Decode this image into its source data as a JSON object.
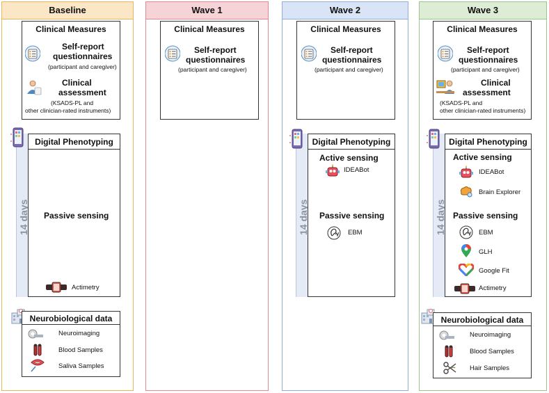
{
  "columns": [
    {
      "title": "Baseline"
    },
    {
      "title": "Wave 1"
    },
    {
      "title": "Wave 2"
    },
    {
      "title": "Wave 3"
    }
  ],
  "colors": {
    "baseline_border": "#e7b75e",
    "baseline_head": "#fbe7c6",
    "wave1_border": "#e08a90",
    "wave1_head": "#f6d3d6",
    "wave2_border": "#8fb0dc",
    "wave2_head": "#d9e5f6",
    "wave3_border": "#9cc58f",
    "wave3_head": "#dcecd5"
  },
  "clinical": {
    "title": "Clinical Measures",
    "self_report_line1": "Self-report",
    "self_report_line2": "questionnaires",
    "self_report_sub": "(participant and caregiver)",
    "assessment_line1": "Clinical",
    "assessment_line2": "assessment",
    "assessment_sub1": "(KSADS-PL and",
    "assessment_sub2": "other clinician-rated instruments)"
  },
  "digital": {
    "title": "Digital Phenotyping",
    "duration": "14 days",
    "active": "Active sensing",
    "passive": "Passive sensing",
    "ideabot": "IDEABot",
    "brain_explorer": "Brain Explorer",
    "ebm": "EBM",
    "glh": "GLH",
    "google_fit": "Google Fit",
    "actimetry": "Actimetry"
  },
  "neuro": {
    "title": "Neurobiological data",
    "neuroimaging": "Neuroimaging",
    "blood": "Blood  Samples",
    "saliva": "Saliva  Samples",
    "hair": "Hair  Samples"
  }
}
